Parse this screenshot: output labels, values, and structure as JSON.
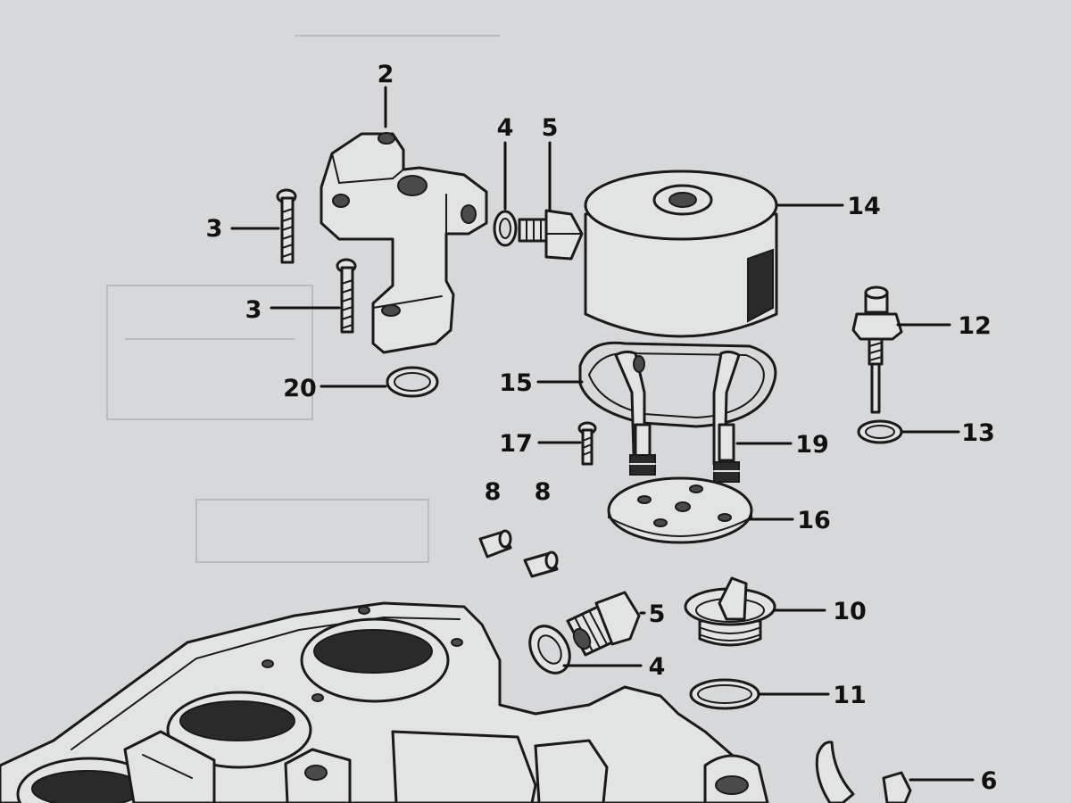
{
  "labels": {
    "l2": "2",
    "l3a": "3",
    "l3b": "3",
    "l4a": "4",
    "l5a": "5",
    "l14": "14",
    "l12": "12",
    "l15": "15",
    "l20": "20",
    "l17": "17",
    "l19": "19",
    "l13": "13",
    "l8a": "8",
    "l8b": "8",
    "l16": "16",
    "l5b": "5",
    "l10": "10",
    "l4b": "4",
    "l11": "11",
    "l6": "6"
  },
  "colors": {
    "paper": "#d6d8da",
    "ink": "#1a1a1a"
  }
}
